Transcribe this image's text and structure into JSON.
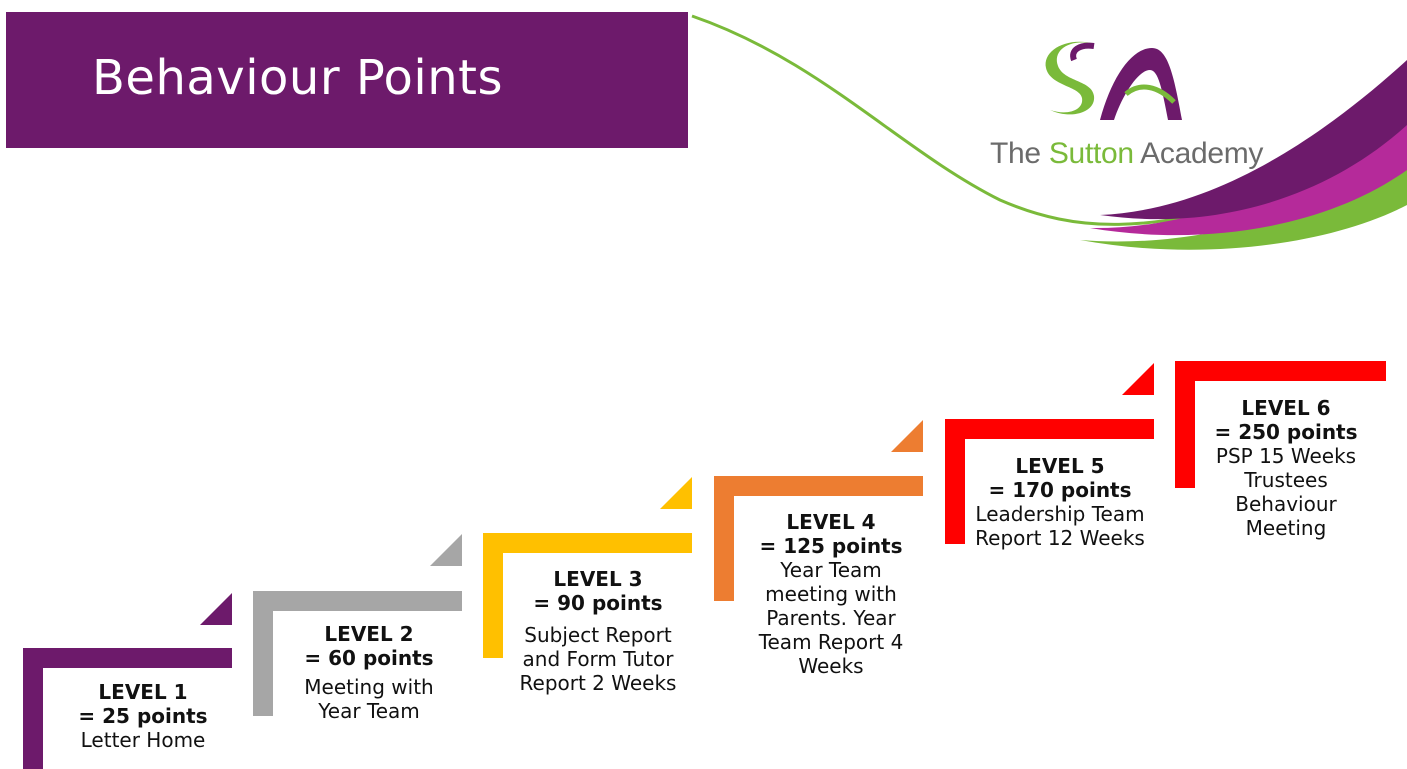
{
  "header": {
    "title": "Behaviour Points"
  },
  "logo": {
    "monogram": "SA",
    "name_prefix": "The ",
    "name_highlight": "Sutton",
    "name_suffix": " Academy"
  },
  "colors": {
    "purple": "#6d1a6b",
    "green": "#7aba3a",
    "magenta": "#b52a9a",
    "grey": "#a6a6a6",
    "yellow": "#ffc000",
    "orange": "#ed7d31",
    "red": "#ff0000"
  },
  "levels": [
    {
      "label": "LEVEL 1",
      "points": "= 25 points",
      "description": "Letter Home",
      "color": "#6d1a6b"
    },
    {
      "label": "LEVEL 2",
      "points": "= 60 points",
      "description": "Meeting with Year Team",
      "color": "#a6a6a6"
    },
    {
      "label": "LEVEL 3",
      "points": "= 90 points",
      "description": "Subject Report and Form Tutor Report 2 Weeks",
      "color": "#ffc000"
    },
    {
      "label": "LEVEL 4",
      "points": "= 125 points",
      "description": "Year Team meeting with Parents. Year Team Report 4 Weeks",
      "color": "#ed7d31"
    },
    {
      "label": "LEVEL 5",
      "points": "= 170 points",
      "description": "Leadership Team Report 12 Weeks",
      "color": "#ff0000"
    },
    {
      "label": "LEVEL 6",
      "points": "= 250 points",
      "description": "PSP 15 Weeks Trustees Behaviour Meeting",
      "color": "#ff0000"
    }
  ]
}
